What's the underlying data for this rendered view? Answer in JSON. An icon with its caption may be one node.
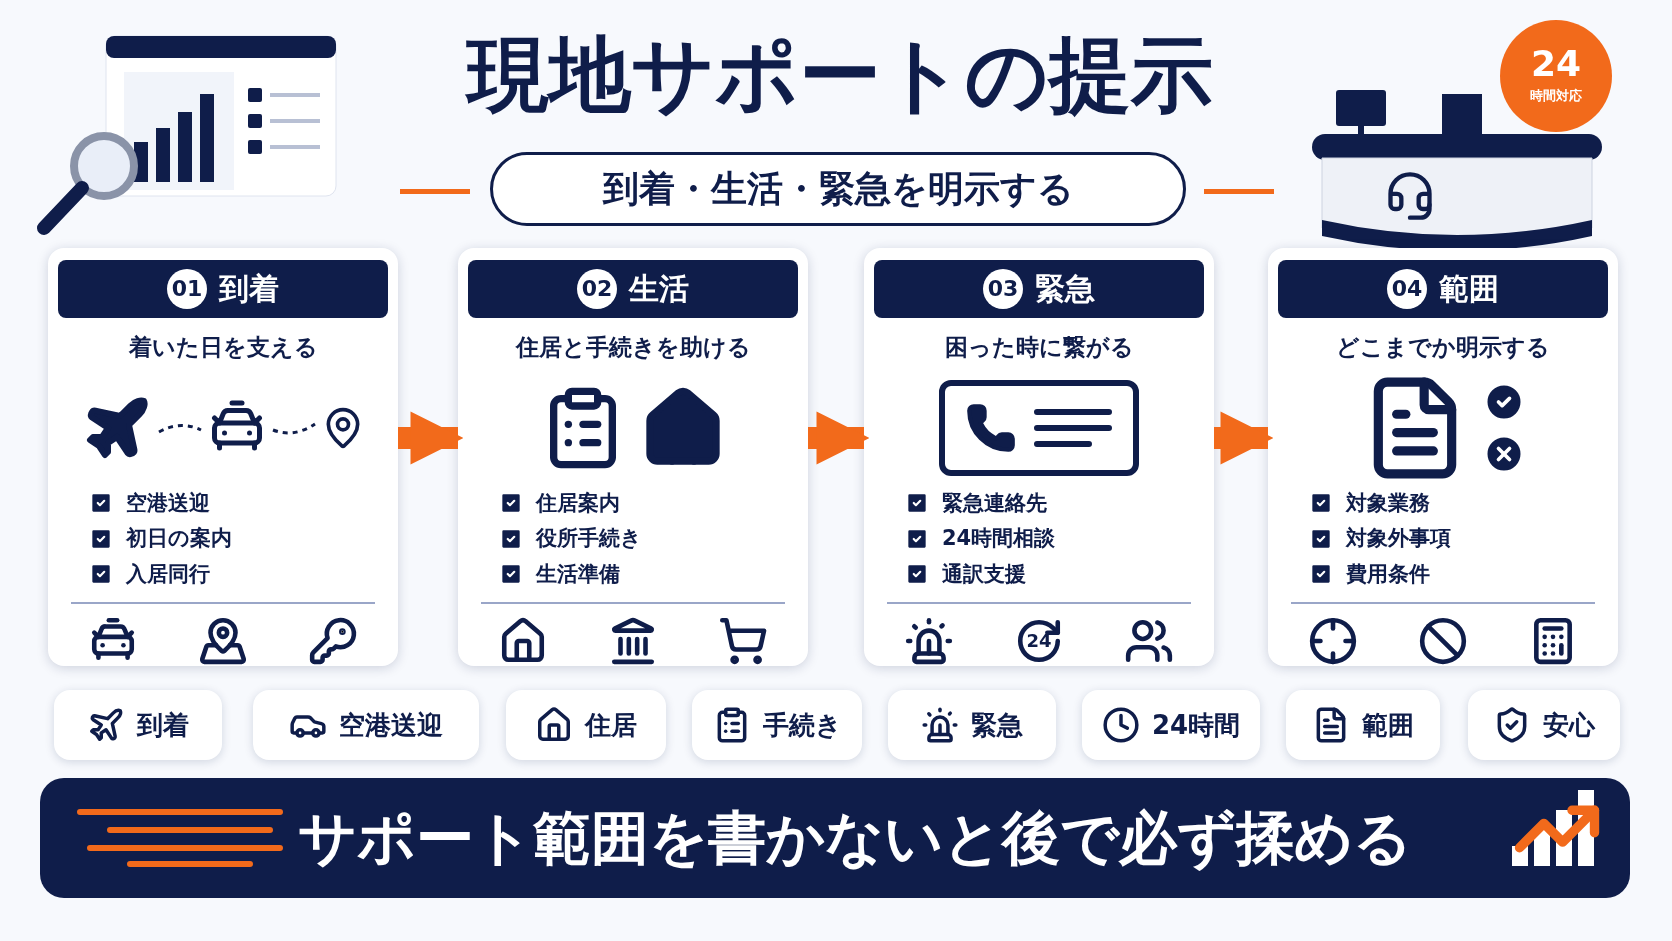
{
  "diagram": {
    "title": "現地サポートの提示",
    "nodes": [
      {
        "text": [
          "到着・生活・緊急を明示する"
        ]
      },
      {
        "text": [
          "01",
          "到着",
          "着いた日を支える",
          "空港送迎",
          "初日の案内",
          "入居同行"
        ]
      },
      {
        "text": [
          "02",
          "生活",
          "住居と手続きを助ける",
          "住居案内",
          "役所手続き",
          "生活準備"
        ]
      },
      {
        "text": [
          "03",
          "緊急",
          "困った時に繋がる",
          "緊急連絡先",
          "24時間相談",
          "通訳支援"
        ]
      },
      {
        "text": [
          "04",
          "範囲",
          "どこまでか明示する",
          "対象業務",
          "対象外事項",
          "費用条件"
        ]
      },
      {
        "text": [
          "到着"
        ]
      },
      {
        "text": [
          "空港送迎"
        ]
      },
      {
        "text": [
          "住居"
        ]
      },
      {
        "text": [
          "手続き"
        ]
      },
      {
        "text": [
          "緊急"
        ]
      },
      {
        "text": [
          "24時間"
        ]
      },
      {
        "text": [
          "範囲"
        ]
      },
      {
        "text": [
          "安心"
        ]
      },
      {
        "text": [
          "サポート範囲を書かないと後で必ず揉める"
        ]
      }
    ],
    "edges": [
      {
        "from": 1,
        "to": 2,
        "arrow": "to"
      },
      {
        "from": 2,
        "to": 3,
        "arrow": "to"
      },
      {
        "from": 3,
        "to": 4,
        "arrow": "to"
      }
    ],
    "labels": [
      "24",
      "時間対応",
      "24"
    ]
  }
}
